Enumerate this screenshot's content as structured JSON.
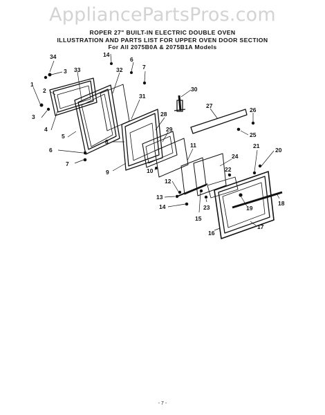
{
  "watermark": "AppliancePartsPros.com",
  "title": {
    "line1": "ROPER 27\" BUILT-IN ELECTRIC DOUBLE OVEN",
    "line2": "ILLUSTRATION AND PARTS LIST FOR UPPER OVEN DOOR SECTION",
    "line3": "For All 2075B0A & 2075B1A Models"
  },
  "page_number": "- 7 -",
  "callouts": [
    "1",
    "2",
    "3",
    "3",
    "4",
    "5",
    "6",
    "7",
    "8",
    "9",
    "10",
    "11",
    "12",
    "13",
    "14",
    "14",
    "15",
    "16",
    "17",
    "18",
    "19",
    "20",
    "21",
    "22",
    "23",
    "24",
    "25",
    "26",
    "27",
    "28",
    "29",
    "30",
    "31",
    "32",
    "33",
    "34",
    "6",
    "7"
  ]
}
